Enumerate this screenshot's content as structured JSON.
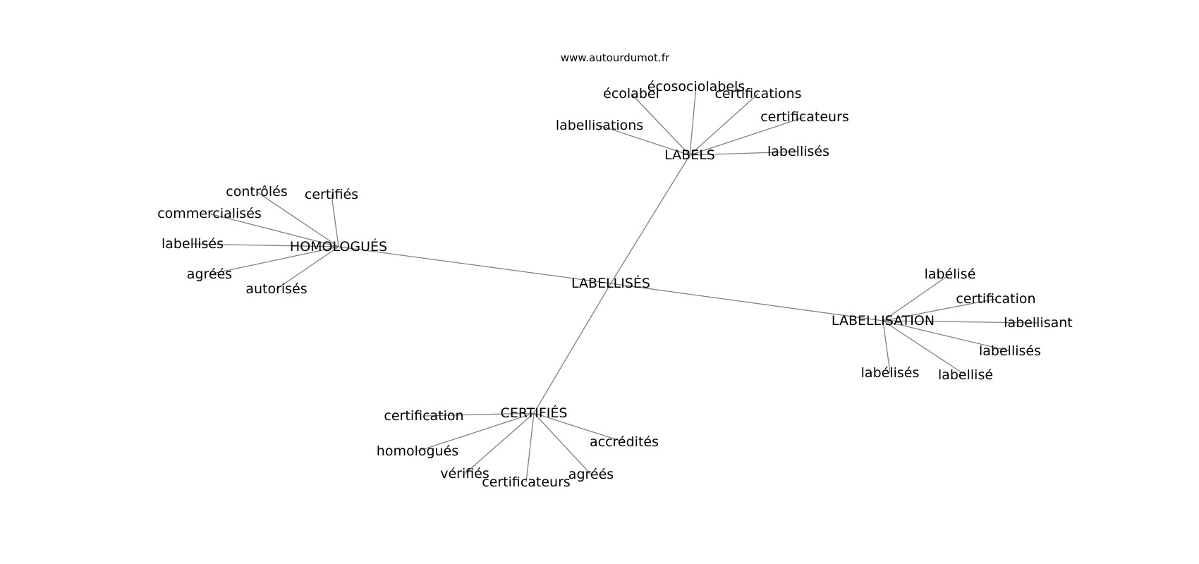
{
  "source": "www.autourdumot.fr",
  "center": "LABELLISÉS",
  "clusters": [
    {
      "hub": "LABELS",
      "words": [
        "écolabel",
        "écosociolabels",
        "certifications",
        "certificateurs",
        "labellisations",
        "labellisés"
      ]
    },
    {
      "hub": "HOMOLOGUÉS",
      "words": [
        "contrôlés",
        "certifiés",
        "commercialisés",
        "labellisés",
        "agréés",
        "autorisés"
      ]
    },
    {
      "hub": "LABELLISATION",
      "words": [
        "labélisé",
        "certification",
        "labellisant",
        "labellisés",
        "labellisé",
        "labélisés"
      ]
    },
    {
      "hub": "CERTIFIÉS",
      "words": [
        "certification",
        "homologués",
        "vérifiés",
        "certificateurs",
        "agréés",
        "accrédités"
      ]
    }
  ],
  "colors": {
    "edge": "#808080",
    "text": "#000000",
    "background": "#ffffff"
  }
}
